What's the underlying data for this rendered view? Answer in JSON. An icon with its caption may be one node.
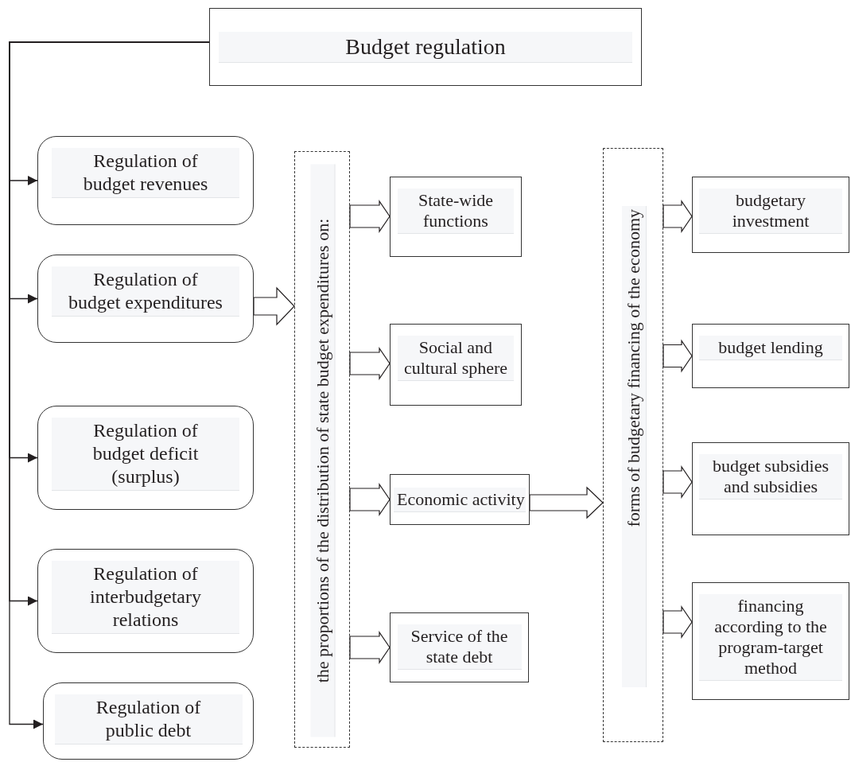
{
  "diagram": {
    "nodes": [
      {
        "text": [
          "Budget regulation"
        ]
      },
      {
        "text": [
          "Regulation of budget revenues"
        ]
      },
      {
        "text": [
          "Regulation of budget expenditures"
        ]
      },
      {
        "text": [
          "Regulation of budget deficit (surplus)"
        ]
      },
      {
        "text": [
          "Regulation of interbudgetary relations"
        ]
      },
      {
        "text": [
          "Regulation of public debt"
        ]
      },
      {
        "text": [
          "the proportions of the distribution of state budget expenditures on:"
        ]
      },
      {
        "text": [
          "State-wide functions"
        ]
      },
      {
        "text": [
          "Social and cultural sphere"
        ]
      },
      {
        "text": [
          "Economic activity"
        ]
      },
      {
        "text": [
          "Service of the state debt"
        ]
      },
      {
        "text": [
          "forms of budgetary financing of the economy"
        ]
      },
      {
        "text": [
          "budgetary investment"
        ]
      },
      {
        "text": [
          "budget lending"
        ]
      },
      {
        "text": [
          "budget subsidies and subsidies"
        ]
      },
      {
        "text": [
          "financing according to the program-target method"
        ]
      }
    ],
    "edges": [
      {
        "from": 0,
        "to": 1,
        "arrow": "to"
      },
      {
        "from": 0,
        "to": 2,
        "arrow": "to"
      },
      {
        "from": 0,
        "to": 3,
        "arrow": "to"
      },
      {
        "from": 0,
        "to": 4,
        "arrow": "to"
      },
      {
        "from": 0,
        "to": 5,
        "arrow": "to"
      },
      {
        "from": 2,
        "to": 6,
        "arrow": "to",
        "style": "thick"
      },
      {
        "from": 6,
        "to": 7,
        "arrow": "to",
        "style": "thick"
      },
      {
        "from": 6,
        "to": 8,
        "arrow": "to",
        "style": "thick"
      },
      {
        "from": 6,
        "to": 9,
        "arrow": "to",
        "style": "thick"
      },
      {
        "from": 6,
        "to": 10,
        "arrow": "to",
        "style": "thick"
      },
      {
        "from": 9,
        "to": 11,
        "arrow": "to",
        "style": "thick"
      },
      {
        "from": 11,
        "to": 12,
        "arrow": "to",
        "style": "thick"
      },
      {
        "from": 11,
        "to": 13,
        "arrow": "to",
        "style": "thick"
      },
      {
        "from": 11,
        "to": 14,
        "arrow": "to",
        "style": "thick"
      },
      {
        "from": 11,
        "to": 15,
        "arrow": "to",
        "style": "thick"
      }
    ]
  }
}
